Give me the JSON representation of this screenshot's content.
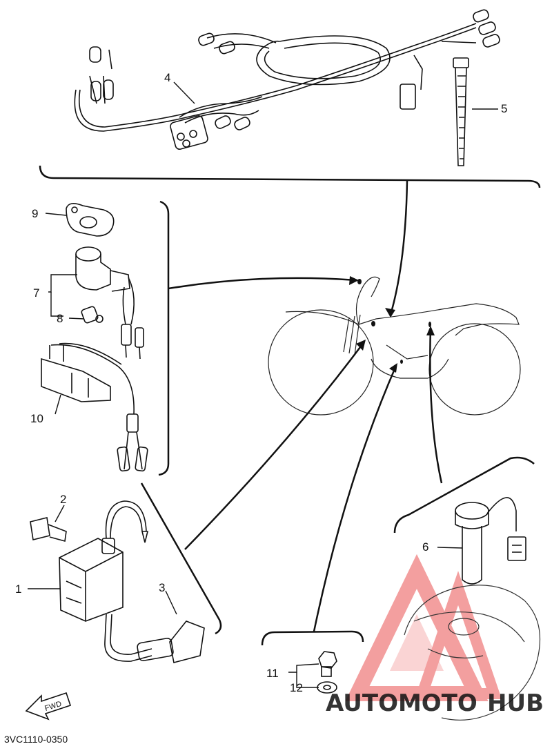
{
  "diagram": {
    "callouts": [
      {
        "id": "c1",
        "label": "1"
      },
      {
        "id": "c2",
        "label": "2"
      },
      {
        "id": "c3",
        "label": "3"
      },
      {
        "id": "c4",
        "label": "4"
      },
      {
        "id": "c5",
        "label": "5"
      },
      {
        "id": "c6",
        "label": "6"
      },
      {
        "id": "c7",
        "label": "7"
      },
      {
        "id": "c8",
        "label": "8"
      },
      {
        "id": "c9",
        "label": "9"
      },
      {
        "id": "c10",
        "label": "10"
      },
      {
        "id": "c11",
        "label": "11"
      },
      {
        "id": "c12",
        "label": "12"
      }
    ],
    "fwd_label": "FWD",
    "code": "3VC1110-0350"
  },
  "watermark": {
    "part1": "AUTOMOTO",
    "part2": "HUB",
    "color_primary": "#f39a6b",
    "color_secondary": "#9e9e9e",
    "logo_color": "#ef7f7f"
  },
  "colors": {
    "ink": "#111111",
    "paper": "#ffffff"
  }
}
